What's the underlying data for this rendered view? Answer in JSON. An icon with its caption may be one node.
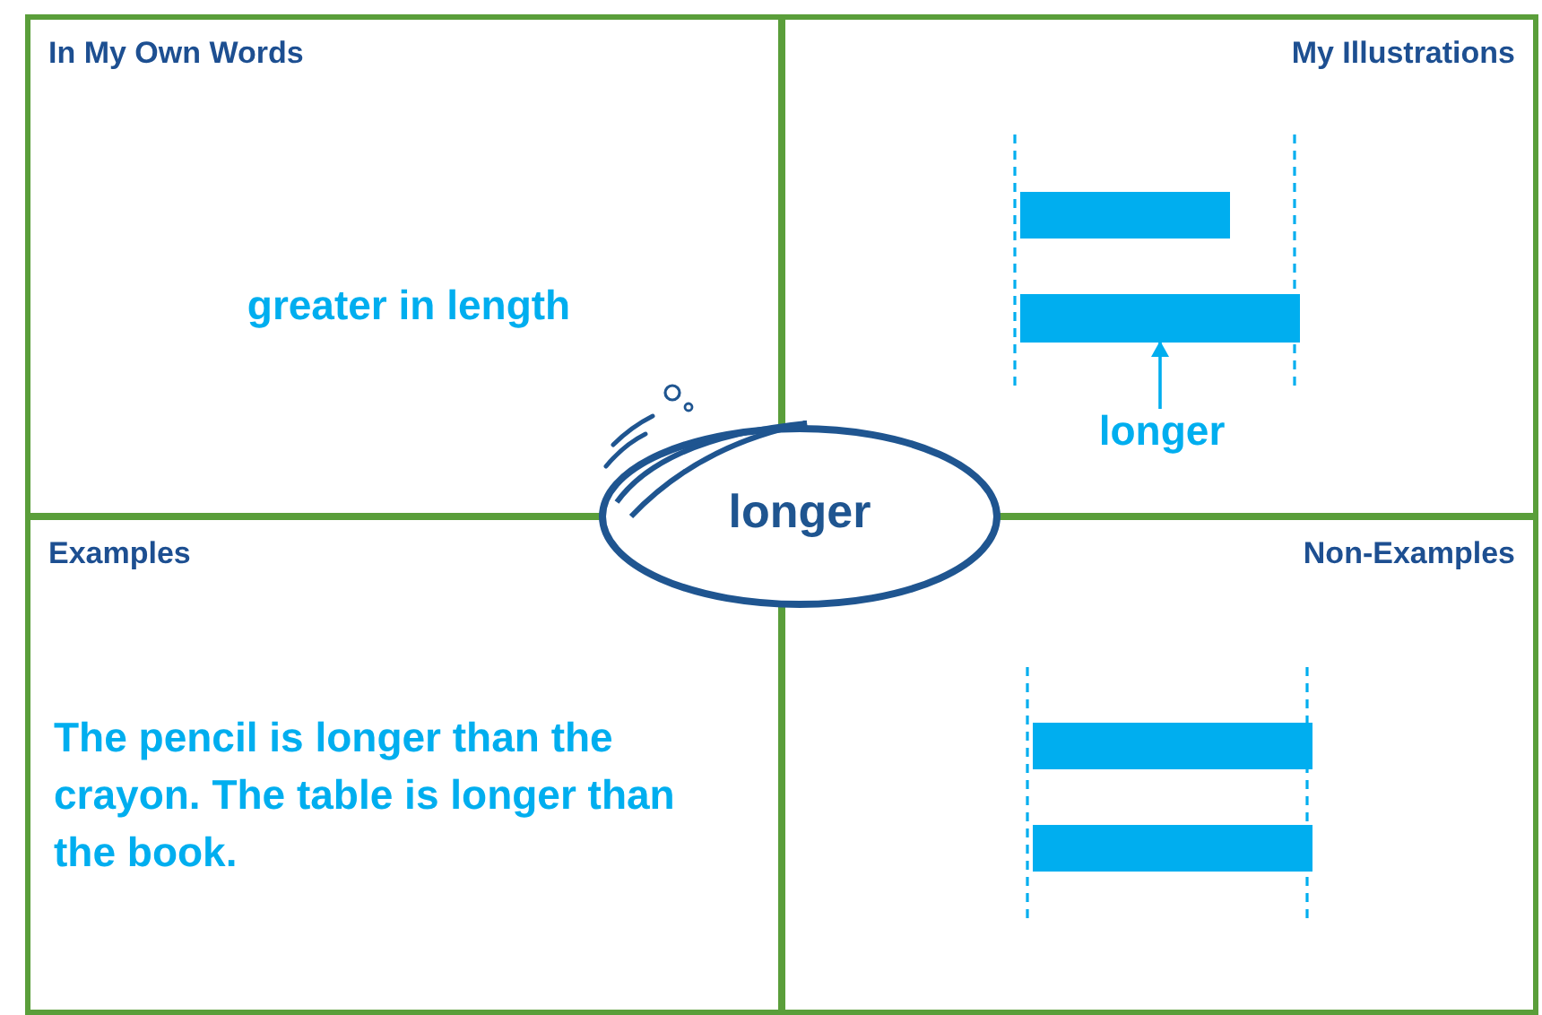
{
  "diagram": {
    "nodes": [
      {
        "text": [
          "In My Own Words",
          "greater in length"
        ]
      },
      {
        "text": [
          "My Illustrations"
        ]
      },
      {
        "text": [],
        "shape": "bar",
        "in": 1
      },
      {
        "text": [],
        "shape": "bar",
        "in": 1
      },
      {
        "text": [
          "longer"
        ],
        "in": 1
      },
      {
        "text": [
          "Examples",
          "The pencil is longer than the crayon. The table is longer than the book."
        ]
      },
      {
        "text": [
          "Non-Examples"
        ]
      },
      {
        "text": [],
        "shape": "bar",
        "in": 6
      },
      {
        "text": [],
        "shape": "bar",
        "in": 6
      },
      {
        "text": [
          "longer"
        ]
      }
    ],
    "edges": [
      {
        "from": 4,
        "to": 3,
        "arrow": "to"
      }
    ]
  }
}
